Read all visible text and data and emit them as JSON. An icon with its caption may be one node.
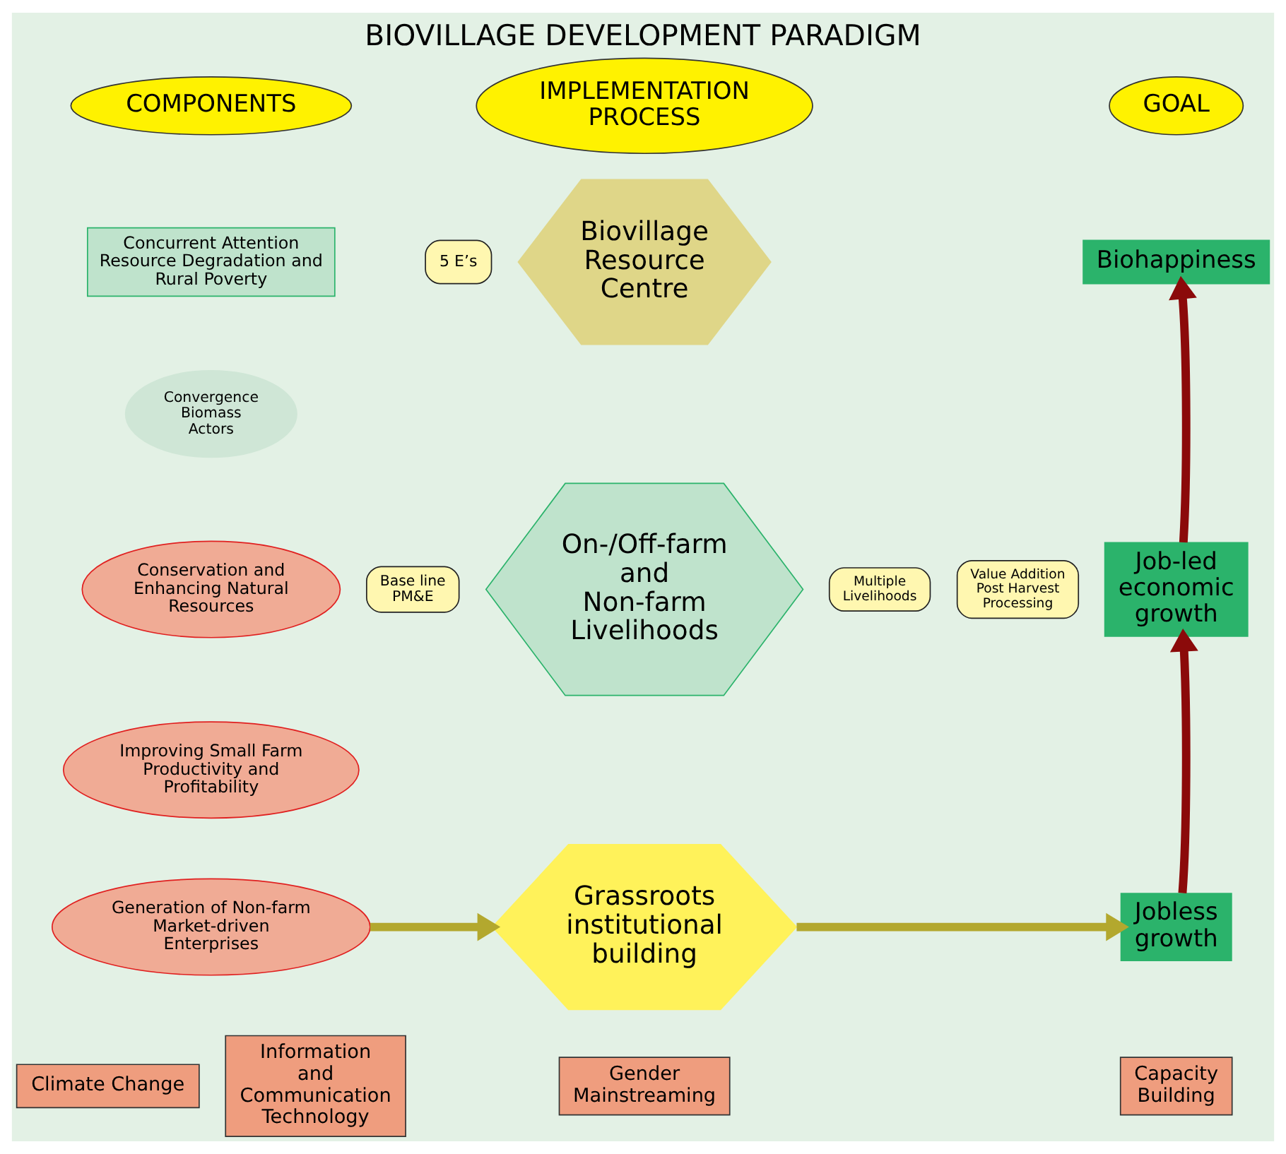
{
  "diagram": {
    "title": "BIOVILLAGE DEVELOPMENT PARADIGM",
    "nodes": [
      {
        "text": [
          "COMPONENTS"
        ]
      },
      {
        "text": [
          "IMPLEMENTATION PROCESS"
        ]
      },
      {
        "text": [
          "GOAL"
        ]
      },
      {
        "text": [
          "Concurrent Attention Resource Degradation and Rural Poverty"
        ]
      },
      {
        "text": [
          "Convergence Biomass Actors"
        ]
      },
      {
        "text": [
          "Conservation and Enhancing Natural Resources"
        ]
      },
      {
        "text": [
          "Improving Small Farm Productivity and Profitability"
        ]
      },
      {
        "text": [
          "Generation of Non-farm Market-driven Enterprises"
        ]
      },
      {
        "text": [
          "5 E’s"
        ]
      },
      {
        "text": [
          "Biovillage Resource Centre"
        ]
      },
      {
        "text": [
          "Multiple Livelihoods"
        ]
      },
      {
        "text": [
          "On-/Off-farm and Non-farm Livelihoods"
        ]
      },
      {
        "text": [
          "Base line PM&E"
        ]
      },
      {
        "text": [
          "Value Addition Post Harvest Processing"
        ]
      },
      {
        "text": [
          "Grassroots institutional building"
        ]
      },
      {
        "text": [
          "Biohappiness"
        ]
      },
      {
        "text": [
          "Job-led economic growth"
        ]
      },
      {
        "text": [
          "Jobless growth"
        ]
      },
      {
        "text": [
          "Climate Change"
        ]
      },
      {
        "text": [
          "Information and Communication Technology"
        ]
      },
      {
        "text": [
          "Gender Mainstreaming"
        ]
      },
      {
        "text": [
          "Capacity Building"
        ]
      }
    ],
    "edges": [
      {
        "from": 7,
        "to": 14,
        "arrow": "to",
        "color": "#b3a82e"
      },
      {
        "from": 14,
        "to": 17,
        "arrow": "to",
        "color": "#b3a82e"
      },
      {
        "from": 17,
        "to": 16,
        "arrow": "to",
        "color": "#8b0a0a"
      },
      {
        "from": 16,
        "to": 15,
        "arrow": "to",
        "color": "#8b0a0a"
      }
    ]
  }
}
